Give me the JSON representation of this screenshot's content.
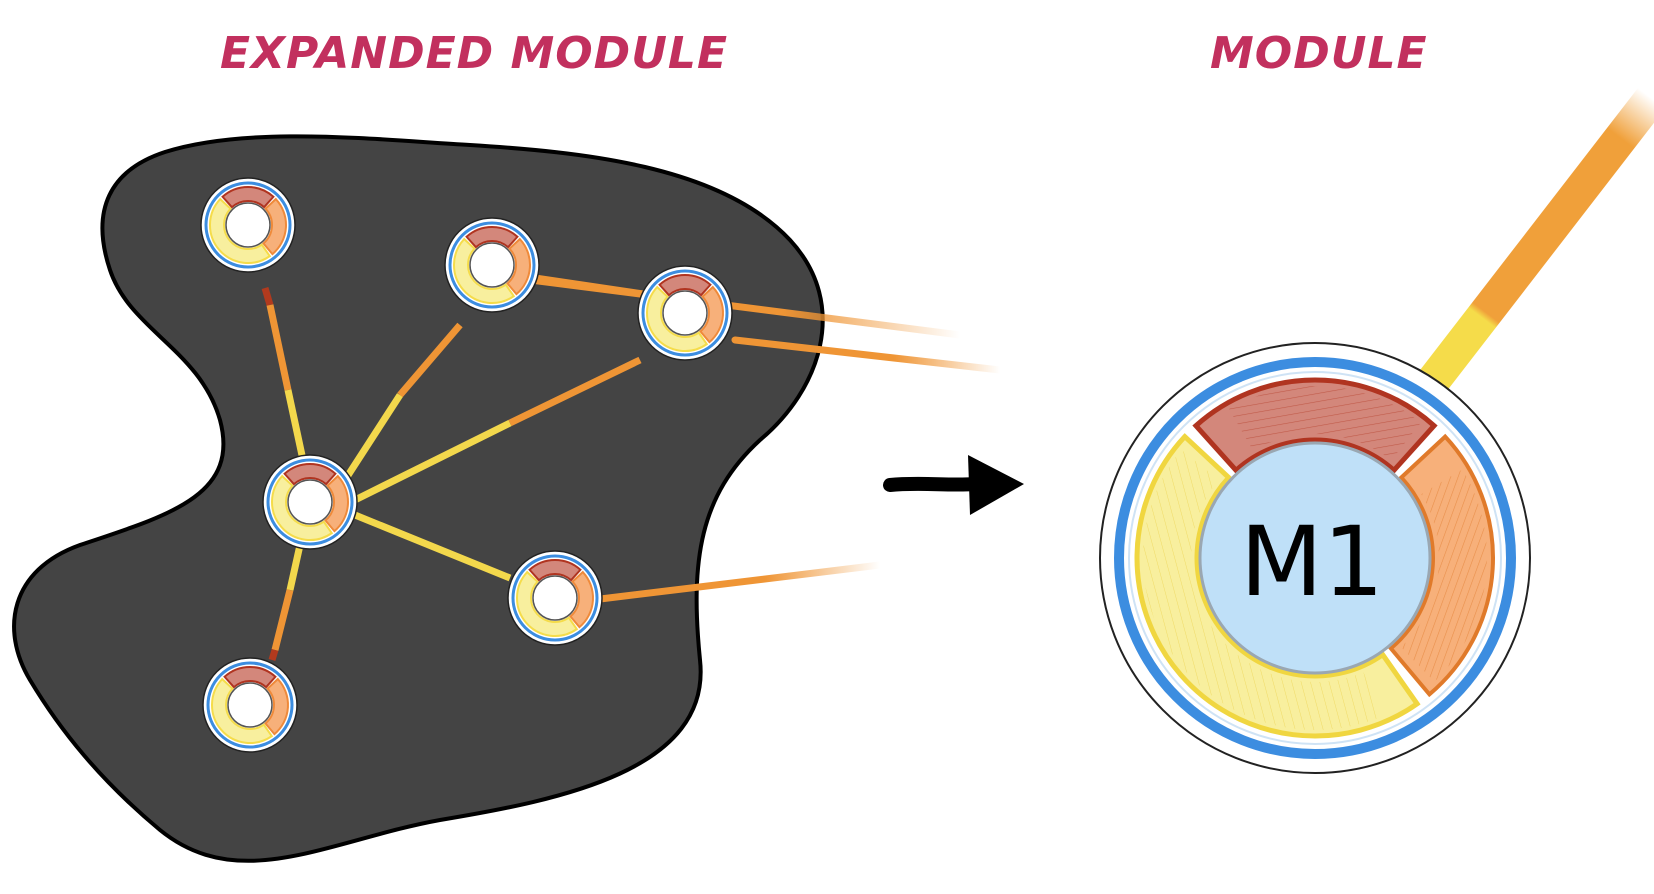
{
  "titles": {
    "left": "EXPANDED MODULE",
    "right": "MODULE"
  },
  "module_label": "M1",
  "colors": {
    "title": "#c2305e",
    "blob_fill": "#444444",
    "ring_red": "#b03420",
    "ring_red_fill": "#d3877b",
    "ring_orange": "#ef8a3a",
    "ring_orange_fill": "#f7b07a",
    "ring_yellow": "#f5dc4a",
    "ring_yellow_fill": "#f8ef9e",
    "ring_blue": "#3c8de0",
    "core_blue": "#bfe0f8",
    "edge_orange": "#ef9535",
    "edge_yellow": "#f3d84c",
    "edge_red": "#b13a1e"
  }
}
